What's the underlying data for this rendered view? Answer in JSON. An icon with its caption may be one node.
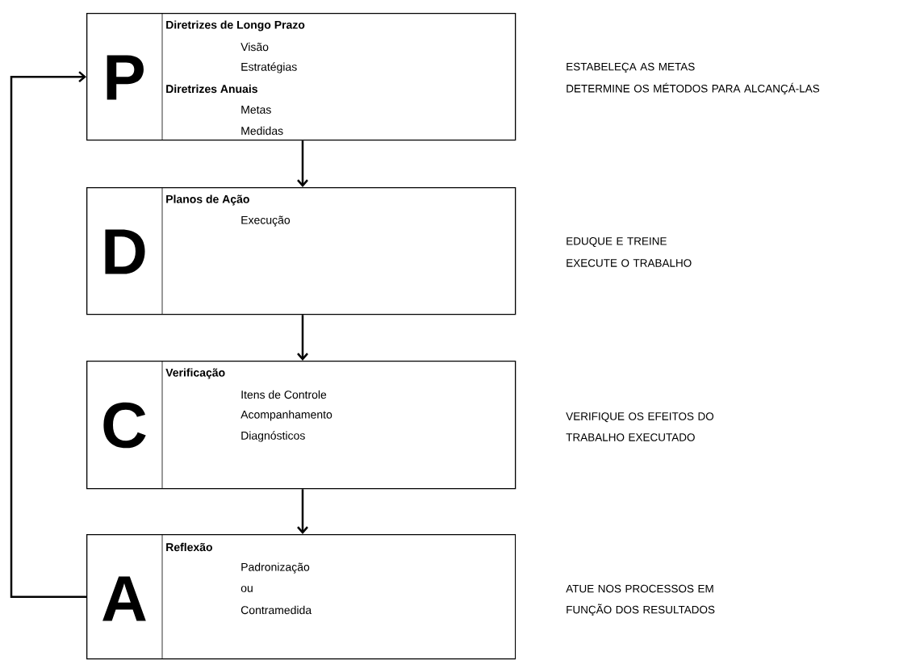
{
  "diagram": {
    "nodes": [
      {
        "text": [
          "P",
          "Diretrizes de Longo Prazo",
          "Visão",
          "Estratégias",
          "Diretrizes Anuais",
          "Metas",
          "Medidas"
        ]
      },
      {
        "text": [
          "D",
          "Planos de Ação",
          "Execução"
        ]
      },
      {
        "text": [
          "C",
          "Verificação",
          "Itens de Controle",
          "Acompanhamento",
          "Diagnósticos"
        ]
      },
      {
        "text": [
          "A",
          "Reflexão",
          "Padronização",
          "ou",
          "Contramedida"
        ]
      }
    ],
    "labels": [
      "ESTABELEÇA AS METAS",
      "DETERMINE OS MÉTODOS PARA ALCANÇÁ-LAS",
      "EDUQUE E TREINE",
      "EXECUTE O TRABALHO",
      "VERIFIQUE OS EFEITOS DO TRABALHO EXECUTADO",
      "ATUE NOS PROCESSOS EM FUNÇÃO DOS RESULTADOS"
    ],
    "edges": [
      {
        "from": 0,
        "to": 1,
        "arrow": "to"
      },
      {
        "from": 1,
        "to": 2,
        "arrow": "to"
      },
      {
        "from": 2,
        "to": 3,
        "arrow": "to"
      },
      {
        "from": 3,
        "to": 0,
        "arrow": "to"
      }
    ]
  }
}
